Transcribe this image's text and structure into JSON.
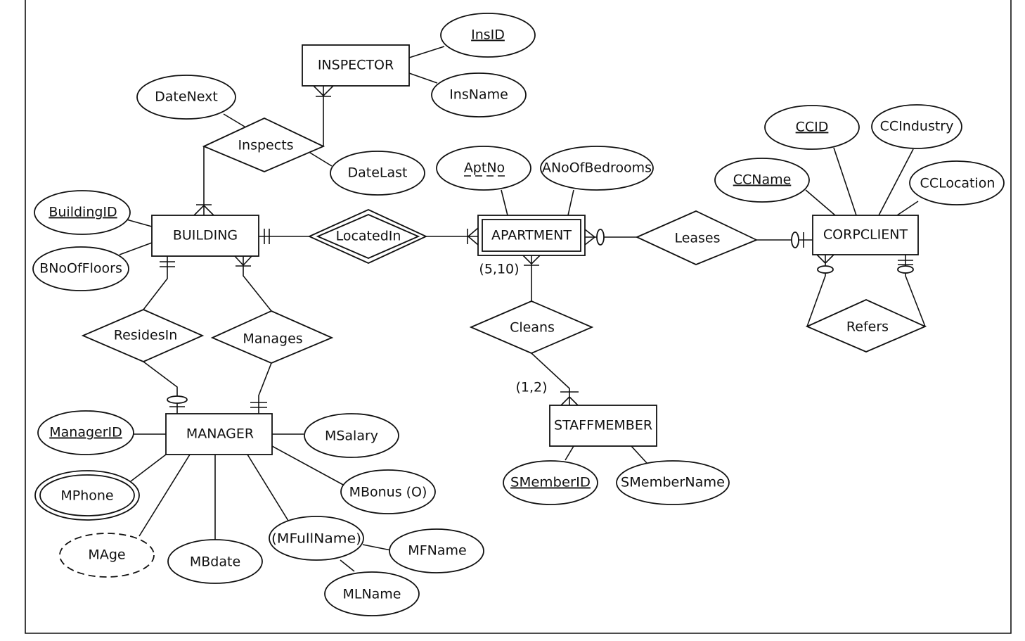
{
  "entities": {
    "inspector": "INSPECTOR",
    "building": "BUILDING",
    "apartment": "APARTMENT",
    "corpclient": "CORPCLIENT",
    "manager": "MANAGER",
    "staffmember": "STAFFMEMBER"
  },
  "relationships": {
    "inspects": "Inspects",
    "located_in": "LocatedIn",
    "leases": "Leases",
    "refers": "Refers",
    "resides_in": "ResidesIn",
    "manages": "Manages",
    "cleans": "Cleans"
  },
  "attributes": {
    "ins_id": "InsID",
    "ins_name": "InsName",
    "date_next": "DateNext",
    "date_last": "DateLast",
    "building_id": "BuildingID",
    "b_no_of_floors": "BNoOfFloors",
    "apt_no": "AptNo",
    "a_no_of_bedrooms": "ANoOfBedrooms",
    "ccid": "CCID",
    "cc_industry": "CCIndustry",
    "cc_name": "CCName",
    "cc_location": "CCLocation",
    "manager_id": "ManagerID",
    "m_salary": "MSalary",
    "m_phone": "MPhone",
    "m_bonus": "MBonus (O)",
    "m_age": "MAge",
    "m_bdate": "MBdate",
    "m_full_name": "(MFullName)",
    "m_f_name": "MFName",
    "m_l_name": "MLName",
    "s_member_id": "SMemberID",
    "s_member_name": "SMemberName"
  },
  "cardinality_labels": {
    "apartment_cleans": "(5,10)",
    "staffmember_cleans": "(1,2)"
  }
}
